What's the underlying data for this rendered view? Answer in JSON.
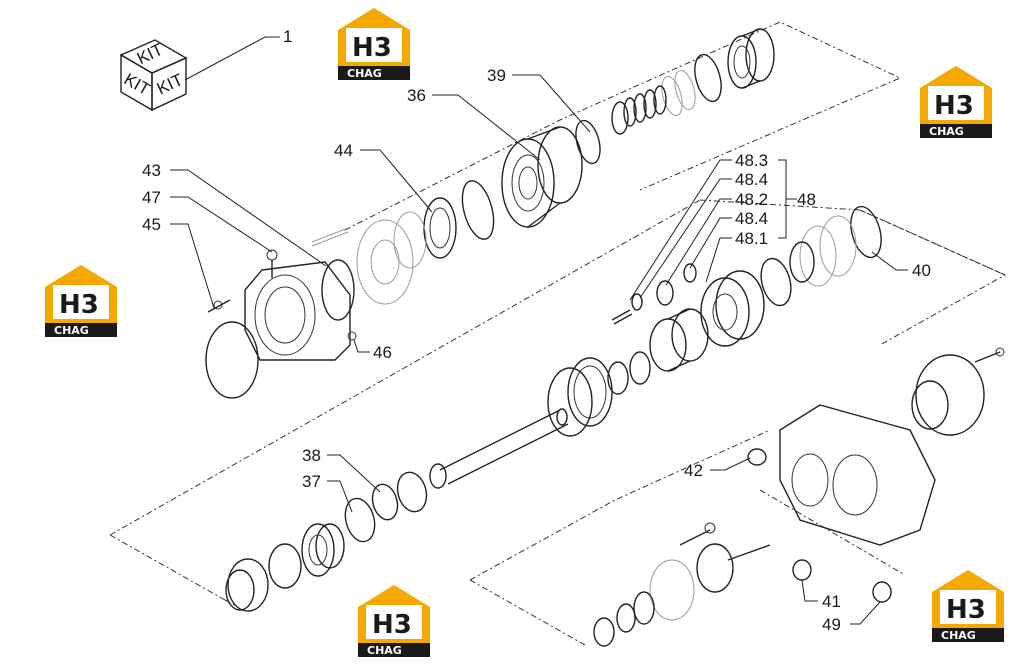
{
  "watermark": {
    "brand_top": "H3",
    "brand_bottom": "CHAG",
    "color_orange": "#f5a800",
    "color_dark": "#1a1a1a"
  },
  "kit_box": {
    "text": "KIT"
  },
  "callouts": {
    "c1": "1",
    "c36": "36",
    "c39": "39",
    "c44": "44",
    "c43": "43",
    "c47": "47",
    "c45": "45",
    "c46": "46",
    "c48_3": "48.3",
    "c48_4a": "48.4",
    "c48_2": "48.2",
    "c48": "48",
    "c48_4b": "48.4",
    "c48_1": "48.1",
    "c40": "40",
    "c38": "38",
    "c37": "37",
    "c42": "42",
    "c41": "41",
    "c49": "49"
  }
}
